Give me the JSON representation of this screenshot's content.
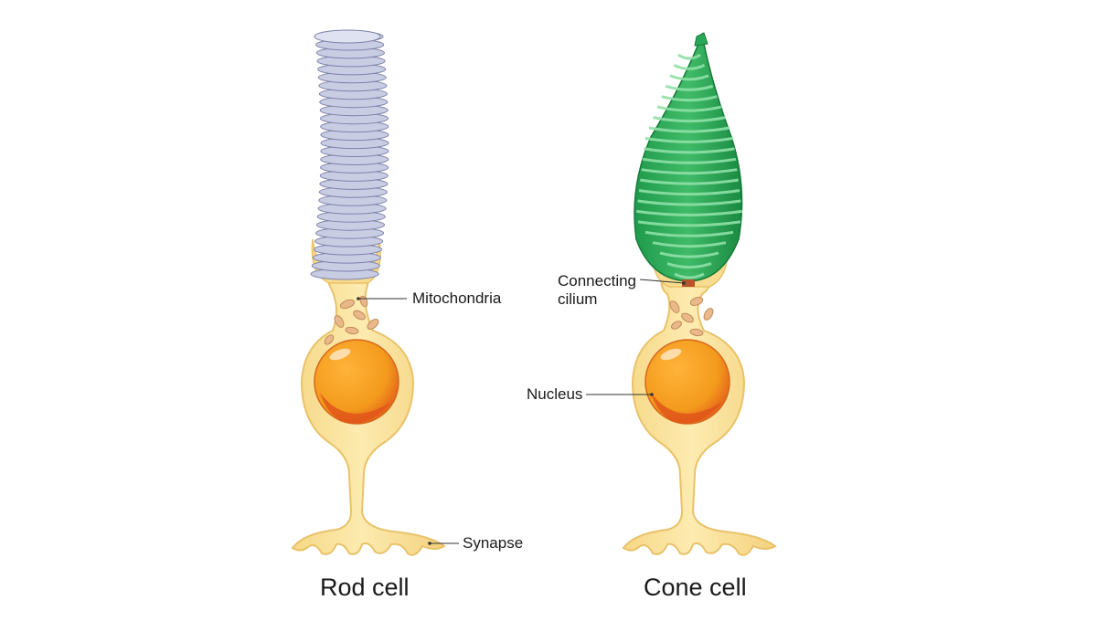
{
  "labels": {
    "mitochondria": "Mitochondria",
    "synapse": "Synapse",
    "connecting_cilium_line1": "Connecting",
    "connecting_cilium_line2": "cilium",
    "nucleus": "Nucleus"
  },
  "captions": {
    "rod": "Rod cell",
    "cone": "Cone cell"
  },
  "colors": {
    "cytoplasm": "#fbe6a2",
    "cytoplasm_edge": "#e9c26a",
    "nucleus": "#f39a1c",
    "nucleus_dark": "#e0531a",
    "rod_disc": "#c9cde3",
    "rod_disc_edge": "#7c81a8",
    "cone_light": "#6fcf8a",
    "cone_dark": "#1f9a4c",
    "mitochondria": "#e9b98a",
    "leader_line": "#333333"
  }
}
